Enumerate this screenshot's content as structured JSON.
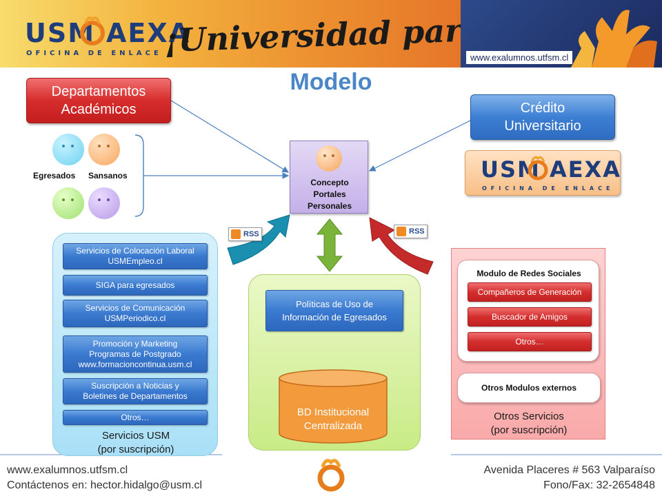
{
  "header": {
    "logo_left": "USM",
    "logo_right": "AEXA",
    "logo_sub": "OFICINA DE ENLACE",
    "slogan": "¡Universidad para toda la vida!",
    "url": "www.exalumnos.utfsm.cl"
  },
  "title": "Modelo",
  "top_left": {
    "line1": "Departamentos",
    "line2": "Académicos"
  },
  "top_right": {
    "line1": "Crédito",
    "line2": "Universitario"
  },
  "faces": {
    "label_left": "Egresados",
    "label_right": "Sansanos"
  },
  "center": {
    "line1": "Concepto",
    "line2": "Portales",
    "line3": "Personales"
  },
  "right_logo": {
    "left": "USM",
    "right": "AEXA",
    "sub": "OFICINA DE ENLACE"
  },
  "rss": {
    "label": "RSS"
  },
  "services_usm": {
    "items": [
      {
        "line1": "Servicios de Colocación Laboral",
        "line2": "USMEmpleo.cl",
        "line3": ""
      },
      {
        "line1": "SIGA para egresados",
        "line2": "",
        "line3": ""
      },
      {
        "line1": "Servicios de Comunicación",
        "line2": "USMPeriodico.cl",
        "line3": ""
      },
      {
        "line1": "Promoción y Marketing",
        "line2": "Programas de Postgrado",
        "line3": "www.formacioncontinua.usm.cl"
      },
      {
        "line1": "Suscripción a Noticias y",
        "line2": "Boletines de Departamentos",
        "line3": ""
      },
      {
        "line1": "Otros…",
        "line2": "",
        "line3": ""
      }
    ],
    "label1": "Servicios USM",
    "label2": "(por suscripción)"
  },
  "middle": {
    "policy_line1": "Políticas de Uso de",
    "policy_line2": "Información de Egresados",
    "db_line1": "BD Institucional",
    "db_line2": "Centralizada"
  },
  "other_services": {
    "module_title": "Modulo de Redes Sociales",
    "items": [
      "Compañeros de Generación",
      "Buscador de Amigos",
      "Otros…"
    ],
    "external": "Otros Modulos externos",
    "label1": "Otros Servicios",
    "label2": "(por suscripción)"
  },
  "footer": {
    "url": "www.exalumnos.utfsm.cl",
    "contact": "Contáctenos en: hector.hidalgo@usm.cl",
    "address": "Avenida Placeres # 563 Valparaíso",
    "phone": "Fono/Fax: 32-2654848"
  },
  "colors": {
    "title_blue": "#4a86c8",
    "button_red": "#d62c2c",
    "button_blue": "#3d7fd4",
    "panel_blue": "#a9e0f7",
    "panel_green": "#c9eb86",
    "panel_pink": "#f9a9a9",
    "arrow_teal": "#1a8fb0",
    "arrow_red": "#c42a2a",
    "arrow_green": "#7bb43a"
  }
}
